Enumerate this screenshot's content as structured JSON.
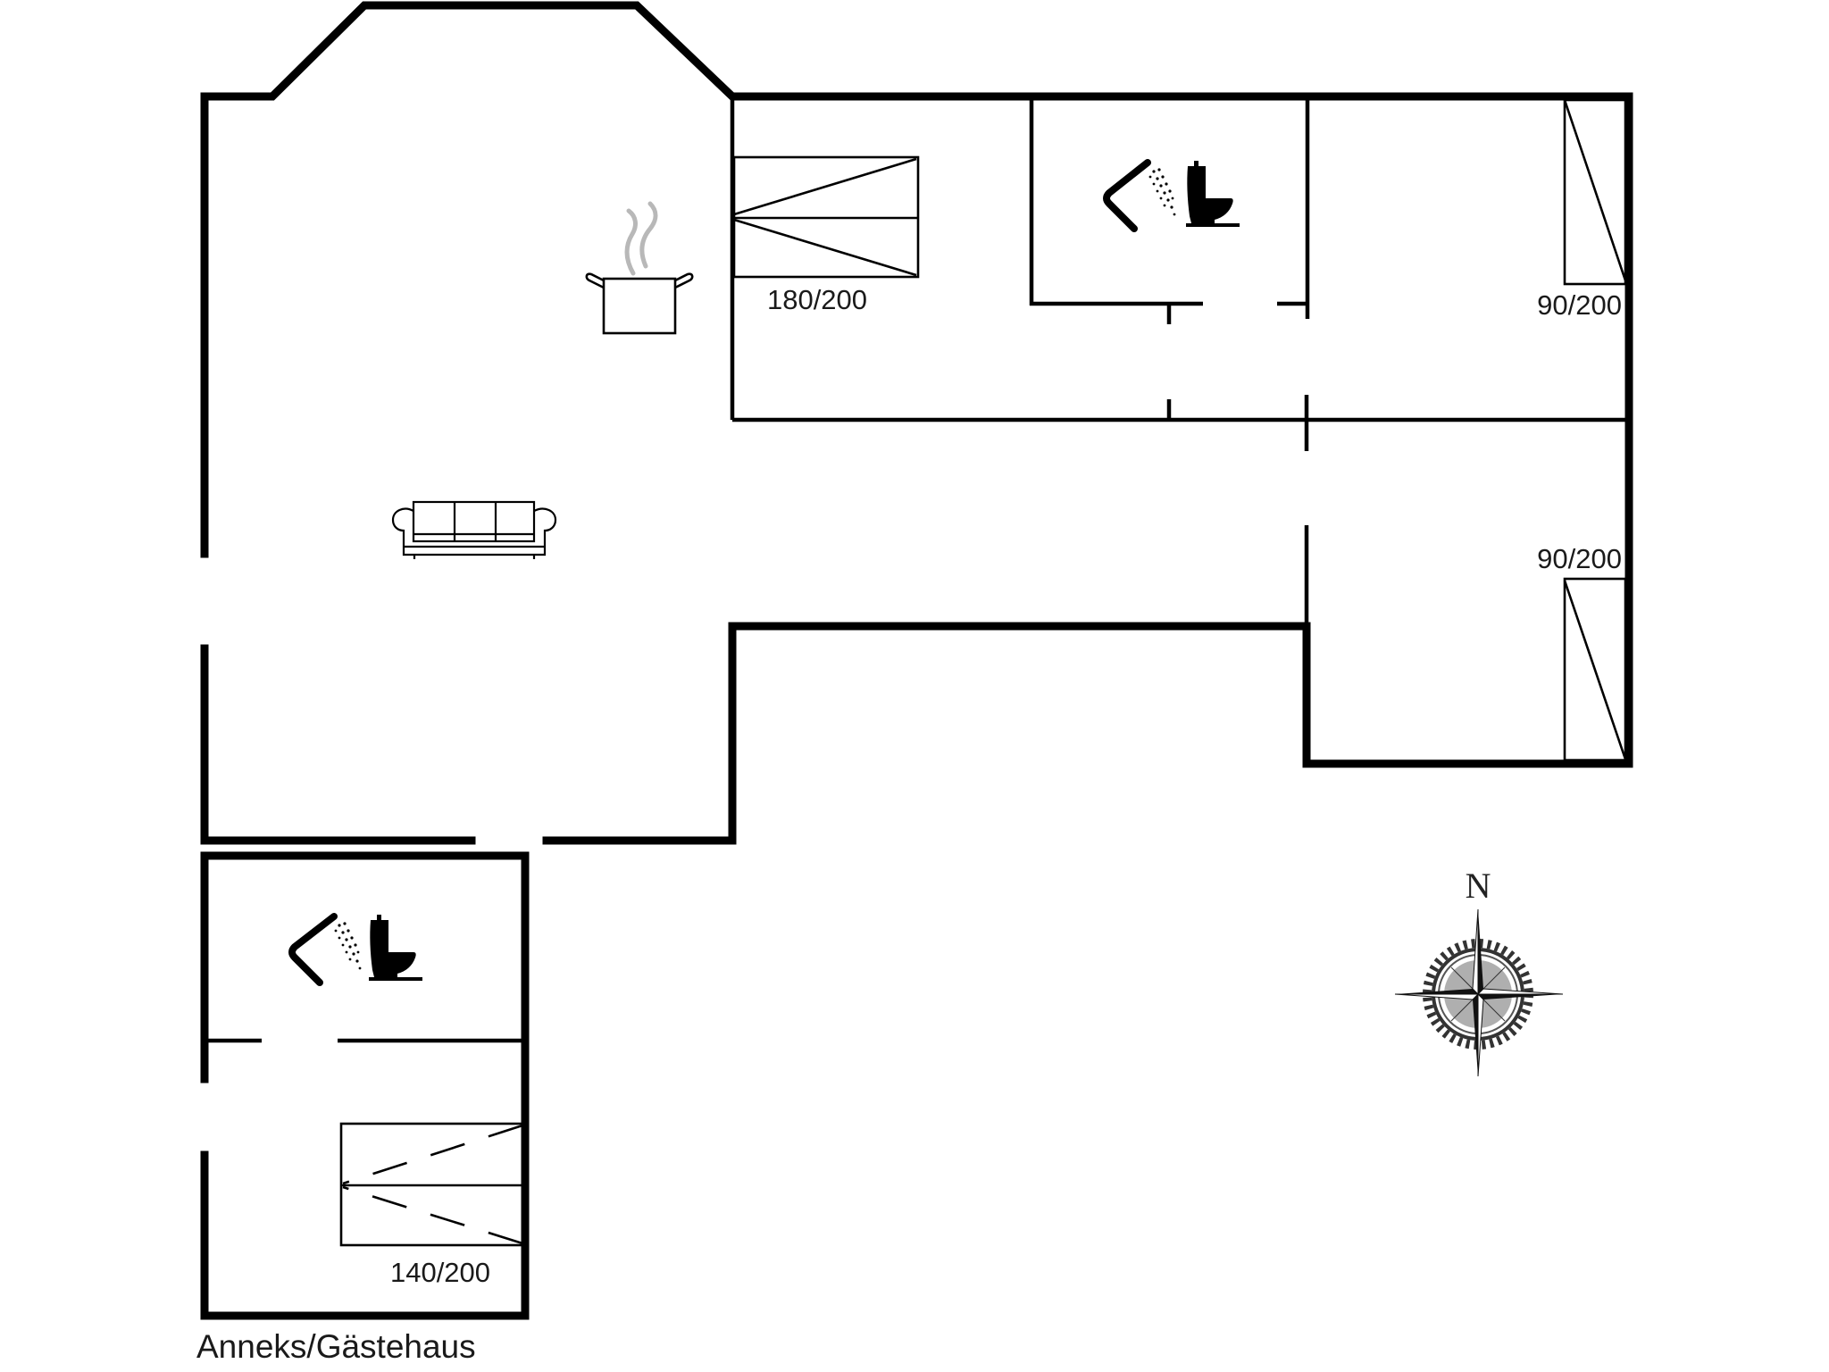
{
  "plan": {
    "type": "floor-plan",
    "background": "#ffffff",
    "wall_color": "#000000"
  },
  "rooms": {
    "main_house": {
      "rooms": [
        "living-kitchen",
        "bedroom-double",
        "bathroom",
        "bedroom-single-north",
        "hallway",
        "bedroom-single-south"
      ]
    },
    "annex": {
      "caption": "Anneks/Gästehaus",
      "rooms": [
        "bathroom",
        "bedroom-double"
      ]
    }
  },
  "beds": [
    {
      "id": "main-double",
      "label": "180/200"
    },
    {
      "id": "main-single-north",
      "label": "90/200"
    },
    {
      "id": "main-single-south",
      "label": "90/200"
    },
    {
      "id": "annex-double",
      "label": "140/200"
    }
  ],
  "icons": {
    "kitchen": "cooking-pot-icon",
    "living": "sofa-icon",
    "bath_shower": "shower-icon",
    "bath_toilet": "toilet-icon",
    "compass": "compass-rose-icon"
  },
  "compass": {
    "north_label": "N",
    "steam_color": "#b8b8b8"
  }
}
